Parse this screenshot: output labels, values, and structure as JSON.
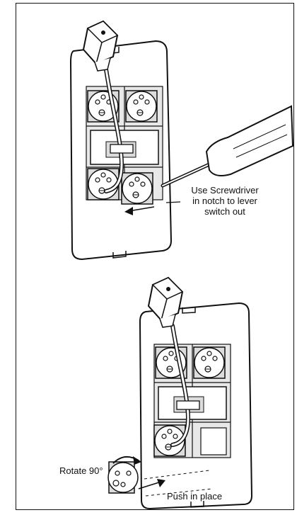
{
  "top_panel": {
    "callout_line1": "Use Screwdriver",
    "callout_line2": "in notch to lever",
    "callout_line3": "switch out"
  },
  "bottom_panel": {
    "rotate_label": "Rotate 90°",
    "push_label": "Push in place"
  },
  "colors": {
    "line": "#111111",
    "shade": "#dcdcdc",
    "background": "#ffffff"
  }
}
